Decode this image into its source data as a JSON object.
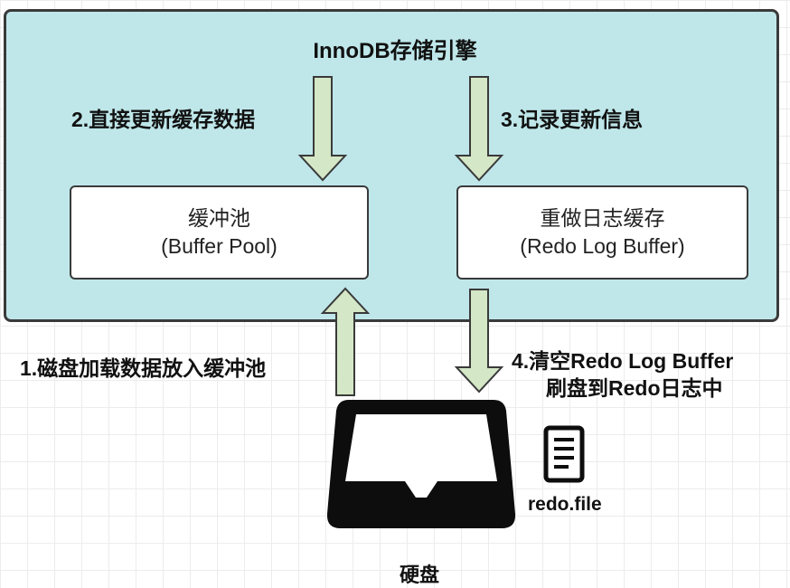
{
  "engine": {
    "title": "InnoDB存储引擎"
  },
  "steps": {
    "step1": "1.磁盘加载数据放入缓冲池",
    "step2": "2.直接更新缓存数据",
    "step3": "3.记录更新信息",
    "step4_line1": "4.清空Redo Log Buffer",
    "step4_line2": "刷盘到Redo日志中"
  },
  "buffer_pool": {
    "name_cn": "缓冲池",
    "name_en": "(Buffer Pool)"
  },
  "redo_log_buffer": {
    "name_cn": "重做日志缓存",
    "name_en": "(Redo Log Buffer)"
  },
  "disk": {
    "label": "硬盘"
  },
  "redo_file": {
    "label": "redo.file"
  },
  "colors": {
    "panel": "#bfe7ea",
    "arrow_fill": "#d4e7c6",
    "border": "#3a3a3a"
  }
}
